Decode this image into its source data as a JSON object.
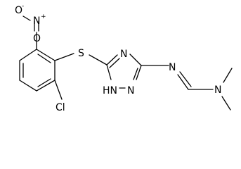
{
  "molecule": {
    "atoms": {
      "oxygen_left": "O",
      "oxygen_charge": "-",
      "nitro_nitrogen": "N",
      "nitro_charge": "+",
      "oxygen_bottom": "O",
      "sulfur": "S",
      "triazole_n_top": "N",
      "triazole_nh": "HN",
      "triazole_n_bottom_left": "N",
      "imine_nitrogen": "N",
      "amine_nitrogen": "N",
      "chlorine": "Cl"
    }
  }
}
